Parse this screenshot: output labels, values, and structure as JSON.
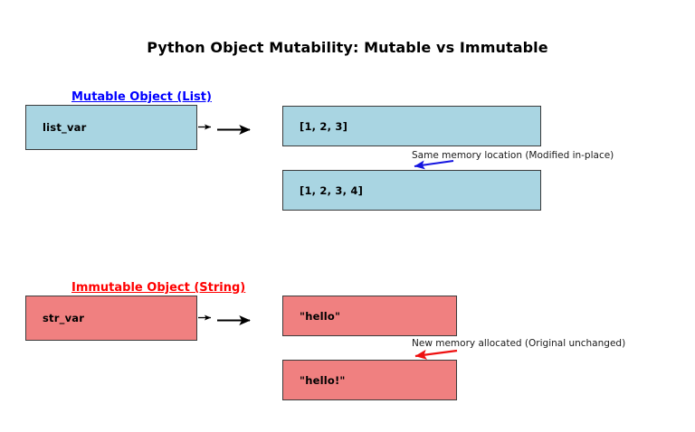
{
  "title": "Python Object Mutability: Mutable vs Immutable",
  "colors": {
    "mutable_accent": "#0000ff",
    "immutable_accent": "#ff0000",
    "mutable_box_fill": "#a9d5e2",
    "immutable_box_fill": "#f08080",
    "box_border": "#3b3b3b",
    "arrow_black": "#000000",
    "background": "#ffffff"
  },
  "sections": {
    "mutable": {
      "caption": "Mutable Object (List)",
      "variable_label": "list_var",
      "values": [
        {
          "label": "[1, 2, 3]"
        },
        {
          "label": "[1, 2, 3, 4]"
        }
      ],
      "annotation": "Same memory location (Modified in-place)"
    },
    "immutable": {
      "caption": "Immutable Object (String)",
      "variable_label": "str_var",
      "values": [
        {
          "label": "\"hello\""
        },
        {
          "label": "\"hello!\""
        }
      ],
      "annotation": "New memory allocated (Original unchanged)"
    }
  }
}
